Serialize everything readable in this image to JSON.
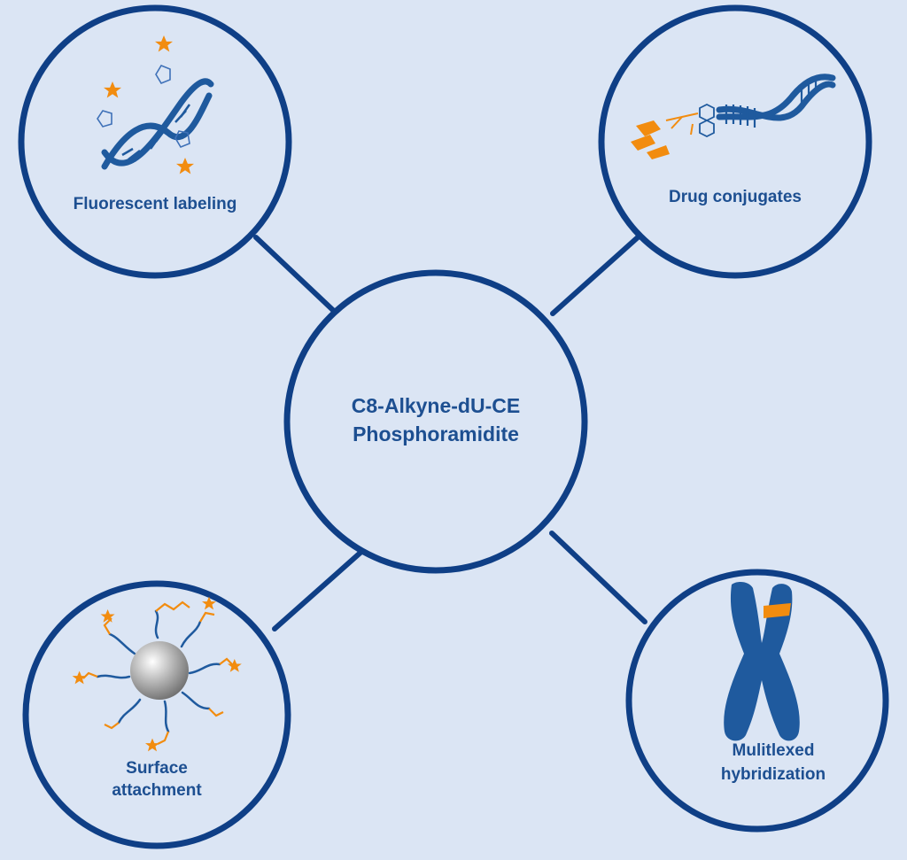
{
  "colors": {
    "background": "#dbe5f4",
    "stroke": "#0f3f86",
    "label": "#1d4f91",
    "accent": "#f28c0f",
    "dna": "#1f5a9e",
    "bead": "#a9a9a9"
  },
  "center": {
    "line1": "C8-Alkyne-dU-CE",
    "line2": "Phosphoramidite"
  },
  "nodes": {
    "fluorescent": {
      "line1": "Fluorescent labeling",
      "icon": "dna-helix-with-stars-icon"
    },
    "drug": {
      "line1": "Drug conjugates",
      "icon": "drug-oligo-conjugate-icon"
    },
    "surface": {
      "line1": "Surface",
      "line2": "attachment",
      "icon": "functionalized-bead-icon"
    },
    "hybrid": {
      "line1": "Mulitlexed",
      "line2": "hybridization",
      "icon": "chromosome-icon"
    }
  }
}
